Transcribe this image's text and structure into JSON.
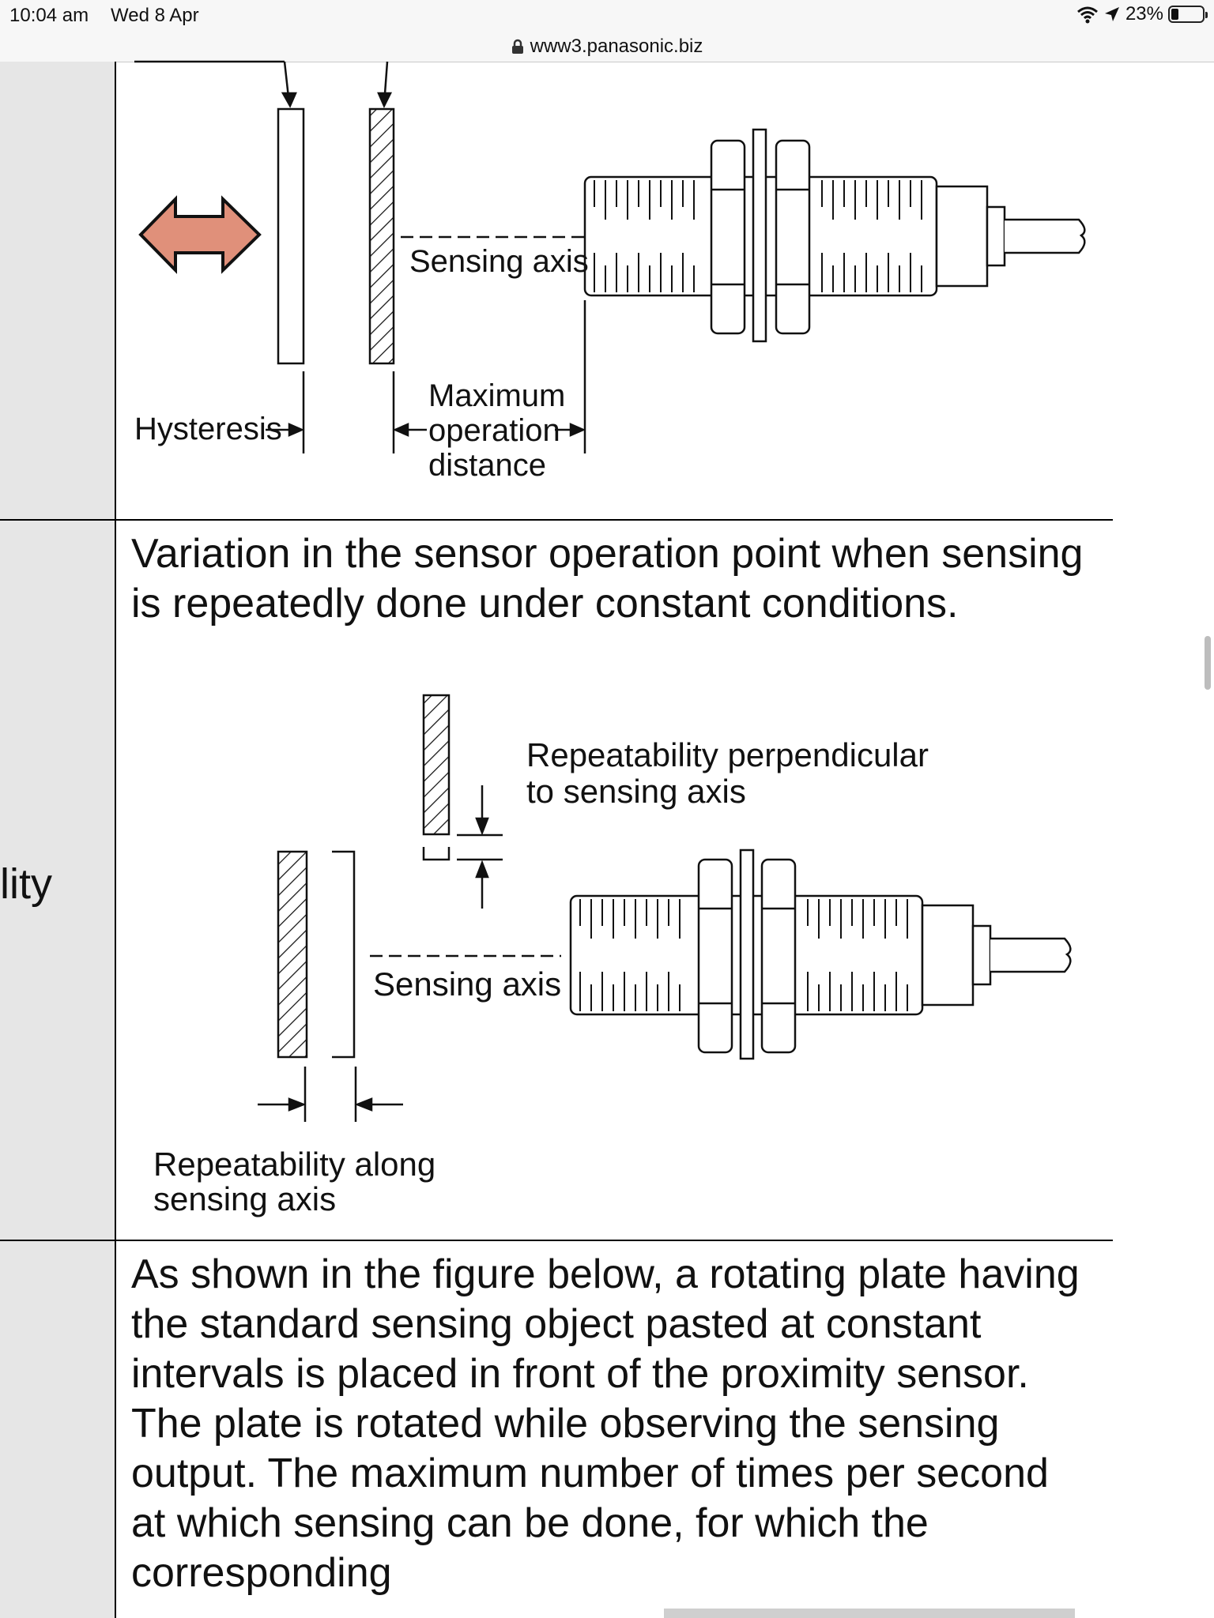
{
  "status": {
    "time": "10:04 am",
    "date": "Wed 8 Apr",
    "battery": "23%",
    "battery_level": 0.23
  },
  "browser": {
    "url": "www3.panasonic.biz"
  },
  "table": {
    "row2_label": "lity",
    "row2_text": "Variation in the sensor operation point when sensing is repeatedly done under constant conditions.",
    "row3_text": "As shown in the figure below, a rotating plate having the standard sensing object pasted at constant intervals is placed in front of the proximity sensor. The plate is rotated while observing the sensing output. The maximum number of times per second at which sensing can be done, for which the corresponding"
  },
  "figure1": {
    "sensing_axis": "Sensing axis",
    "hysteresis": "Hysteresis",
    "max_line1": "Maximum",
    "max_line2": "operation",
    "max_line3": "distance"
  },
  "figure2": {
    "sensing_axis": "Sensing axis",
    "perp_line1": "Repeatability perpendicular",
    "perp_line2": "to sensing axis",
    "along_line1": "Repeatability along",
    "along_line2": "sensing axis"
  }
}
